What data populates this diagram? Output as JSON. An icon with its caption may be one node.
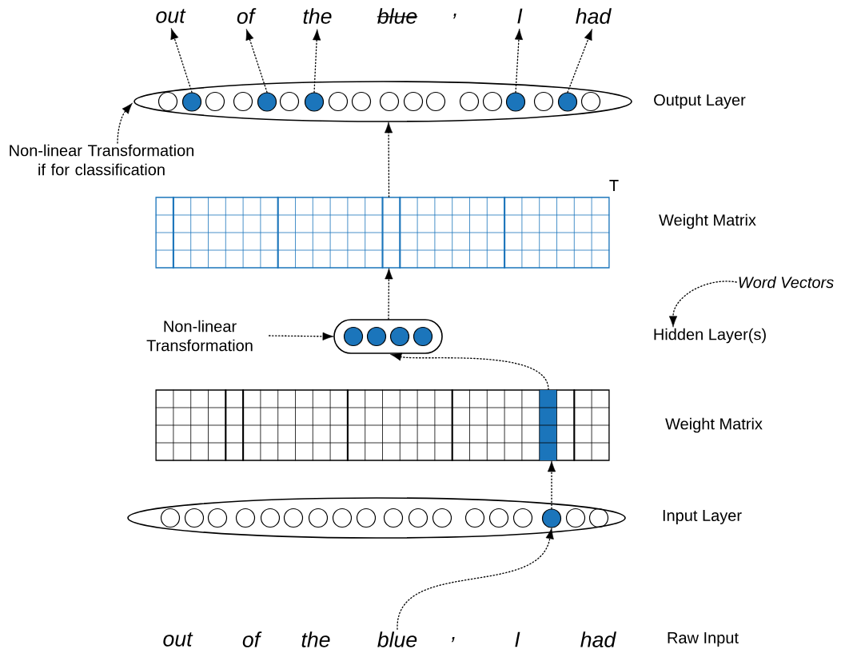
{
  "diagram": {
    "nodes": [
      {
        "text": [
          "out"
        ]
      },
      {
        "text": [
          "of"
        ]
      },
      {
        "text": [
          "the"
        ]
      },
      {
        "text": [
          "blue"
        ]
      },
      {
        "text": [
          ","
        ]
      },
      {
        "text": [
          "I"
        ]
      },
      {
        "text": [
          "had"
        ]
      },
      {
        "text": [],
        "shape": "ellipse",
        "beside": [
          "Output Layer"
        ]
      },
      {
        "text": [],
        "shape": "circle",
        "in": 7
      },
      {
        "text": [],
        "shape": "circle",
        "in": 7
      },
      {
        "text": [],
        "shape": "circle",
        "in": 7
      },
      {
        "text": [],
        "shape": "circle",
        "in": 7
      },
      {
        "text": [],
        "shape": "circle",
        "in": 7
      },
      {
        "text": [
          "Non-linear Transformation if for classification"
        ]
      },
      {
        "text": [
          "T"
        ],
        "beside": [
          "Weight Matrix"
        ]
      },
      {
        "text": [
          "Word Vectors"
        ]
      },
      {
        "text": [
          "Hidden Layer(s)"
        ]
      },
      {
        "text": [
          "Non-linear Transformation"
        ]
      },
      {
        "text": [],
        "shape": "box"
      },
      {
        "text": [],
        "shape": "grid",
        "beside": [
          "Weight Matrix"
        ]
      },
      {
        "text": [],
        "shape": "ellipse",
        "beside": [
          "Input Layer"
        ]
      },
      {
        "text": [],
        "shape": "circle",
        "in": 20
      },
      {
        "text": [
          "out"
        ]
      },
      {
        "text": [
          "of"
        ]
      },
      {
        "text": [
          "the"
        ]
      },
      {
        "text": [
          "blue"
        ]
      },
      {
        "text": [
          ","
        ]
      },
      {
        "text": [
          "I"
        ]
      },
      {
        "text": [
          "had"
        ]
      }
    ],
    "edges": [
      {
        "from": 8,
        "to": 0,
        "arrow": "to"
      },
      {
        "from": 9,
        "to": 1,
        "arrow": "to"
      },
      {
        "from": 10,
        "to": 2,
        "arrow": "to"
      },
      {
        "from": 11,
        "to": 5,
        "arrow": "to"
      },
      {
        "from": 12,
        "to": 6,
        "arrow": "to"
      },
      {
        "from": 13,
        "to": 7,
        "arrow": "to"
      },
      {
        "from": 14,
        "to": 7,
        "arrow": "to"
      },
      {
        "from": 18,
        "to": 14,
        "arrow": "to"
      },
      {
        "from": 15,
        "to": 16,
        "arrow": "to"
      },
      {
        "from": 17,
        "to": 18,
        "arrow": "to"
      },
      {
        "from": 19,
        "to": 18,
        "arrow": "to"
      },
      {
        "from": 21,
        "to": 19,
        "arrow": "to"
      },
      {
        "from": 25,
        "to": 21,
        "arrow": "to"
      }
    ],
    "labels": [
      "Raw Input"
    ]
  }
}
